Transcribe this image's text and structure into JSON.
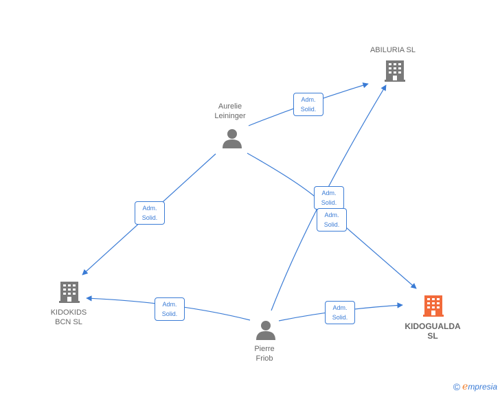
{
  "nodes": {
    "abiluria": {
      "label": "ABILURIA  SL",
      "kind": "company",
      "color": "#7a7a7a"
    },
    "aurelie": {
      "label": "Aurelie\nLeininger",
      "kind": "person",
      "color": "#7a7a7a"
    },
    "kidokids": {
      "label": "KIDOKIDS\nBCN  SL",
      "kind": "company",
      "color": "#7a7a7a"
    },
    "kidogualda": {
      "label": "KIDOGUALDA\nSL",
      "kind": "company",
      "color": "#f26a3a"
    },
    "pierre": {
      "label": "Pierre\nFriob",
      "kind": "person",
      "color": "#7a7a7a"
    }
  },
  "edges": [
    {
      "id": "e1",
      "line1": "Adm.",
      "line2": "Solid."
    },
    {
      "id": "e2",
      "line1": "Adm.",
      "line2": "Solid."
    },
    {
      "id": "e3",
      "line1": "Adm.",
      "line2": "Solid."
    },
    {
      "id": "e4",
      "line1": "Adm.",
      "line2": "Solid."
    },
    {
      "id": "e5",
      "line1": "Adm.",
      "line2": "Solid."
    },
    {
      "id": "e6",
      "line1": "Adm.",
      "line2": "Solid."
    }
  ],
  "edge_color": "#3a7bd5",
  "brand": {
    "copyright": "©",
    "e": "e",
    "rest": "mpresia"
  }
}
